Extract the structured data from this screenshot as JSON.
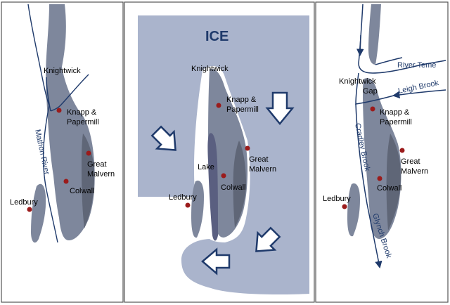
{
  "panels": {
    "left": {
      "places": {
        "knightwick": "Knightwick",
        "knapp_line1": "Knapp &",
        "knapp_line2": "Papermill",
        "great_line1": "Great",
        "great_line2": "Malvern",
        "colwall": "Colwall",
        "ledbury": "Ledbury"
      },
      "rivers": {
        "mathon": "Mathon River"
      }
    },
    "middle": {
      "ice_label": "ICE",
      "places": {
        "knightwick": "Knightwick",
        "knapp_line1": "Knapp &",
        "knapp_line2": "Papermill",
        "great_line1": "Great",
        "great_line2": "Malvern",
        "lake": "Lake",
        "colwall": "Colwall",
        "ledbury": "Ledbury"
      }
    },
    "right": {
      "places": {
        "knightwick_line1": "Knightwick",
        "knightwick_line2": "Gap",
        "knapp_line1": "Knapp &",
        "knapp_line2": "Papermill",
        "great_line1": "Great",
        "great_line2": "Malvern",
        "colwall": "Colwall",
        "ledbury": "Ledbury"
      },
      "rivers": {
        "teme": "River Teme",
        "leigh": "Leigh Brook",
        "cradley": "Cradley Brook",
        "glynch": "Glynch Brook"
      }
    }
  },
  "colors": {
    "ridge": "#7e879c",
    "ridge_dark": "#5f6677",
    "ice": "#aab4cc",
    "lake": "#5a5f80",
    "river": "#1f3a6b",
    "dot": "#9b1b1b",
    "frame": "#555555"
  }
}
